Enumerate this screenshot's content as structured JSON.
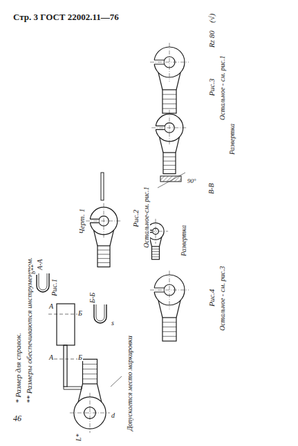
{
  "diagram": {
    "labels": [
      "Стр. 3 ГОСТ 22002.11—76",
      "46",
      "Рис.1",
      "А",
      "А",
      "Б",
      "Б",
      "А-А",
      "Б-Б",
      "Допускается место маркировки",
      "Рис.2",
      "Остальное-см. рис.1",
      "Развертка",
      "Рис.3",
      "Остальное - см. рис.1",
      "Развертка",
      "В-В",
      "Рис.4",
      "Остальное - см. рис.3",
      "Rz 80",
      "(√)",
      "* Размер для справок.",
      "** Размеры обеспечиваются инструментом.",
      "Черт. 1",
      "L*",
      "d",
      "b**",
      "s",
      "90°"
    ]
  }
}
